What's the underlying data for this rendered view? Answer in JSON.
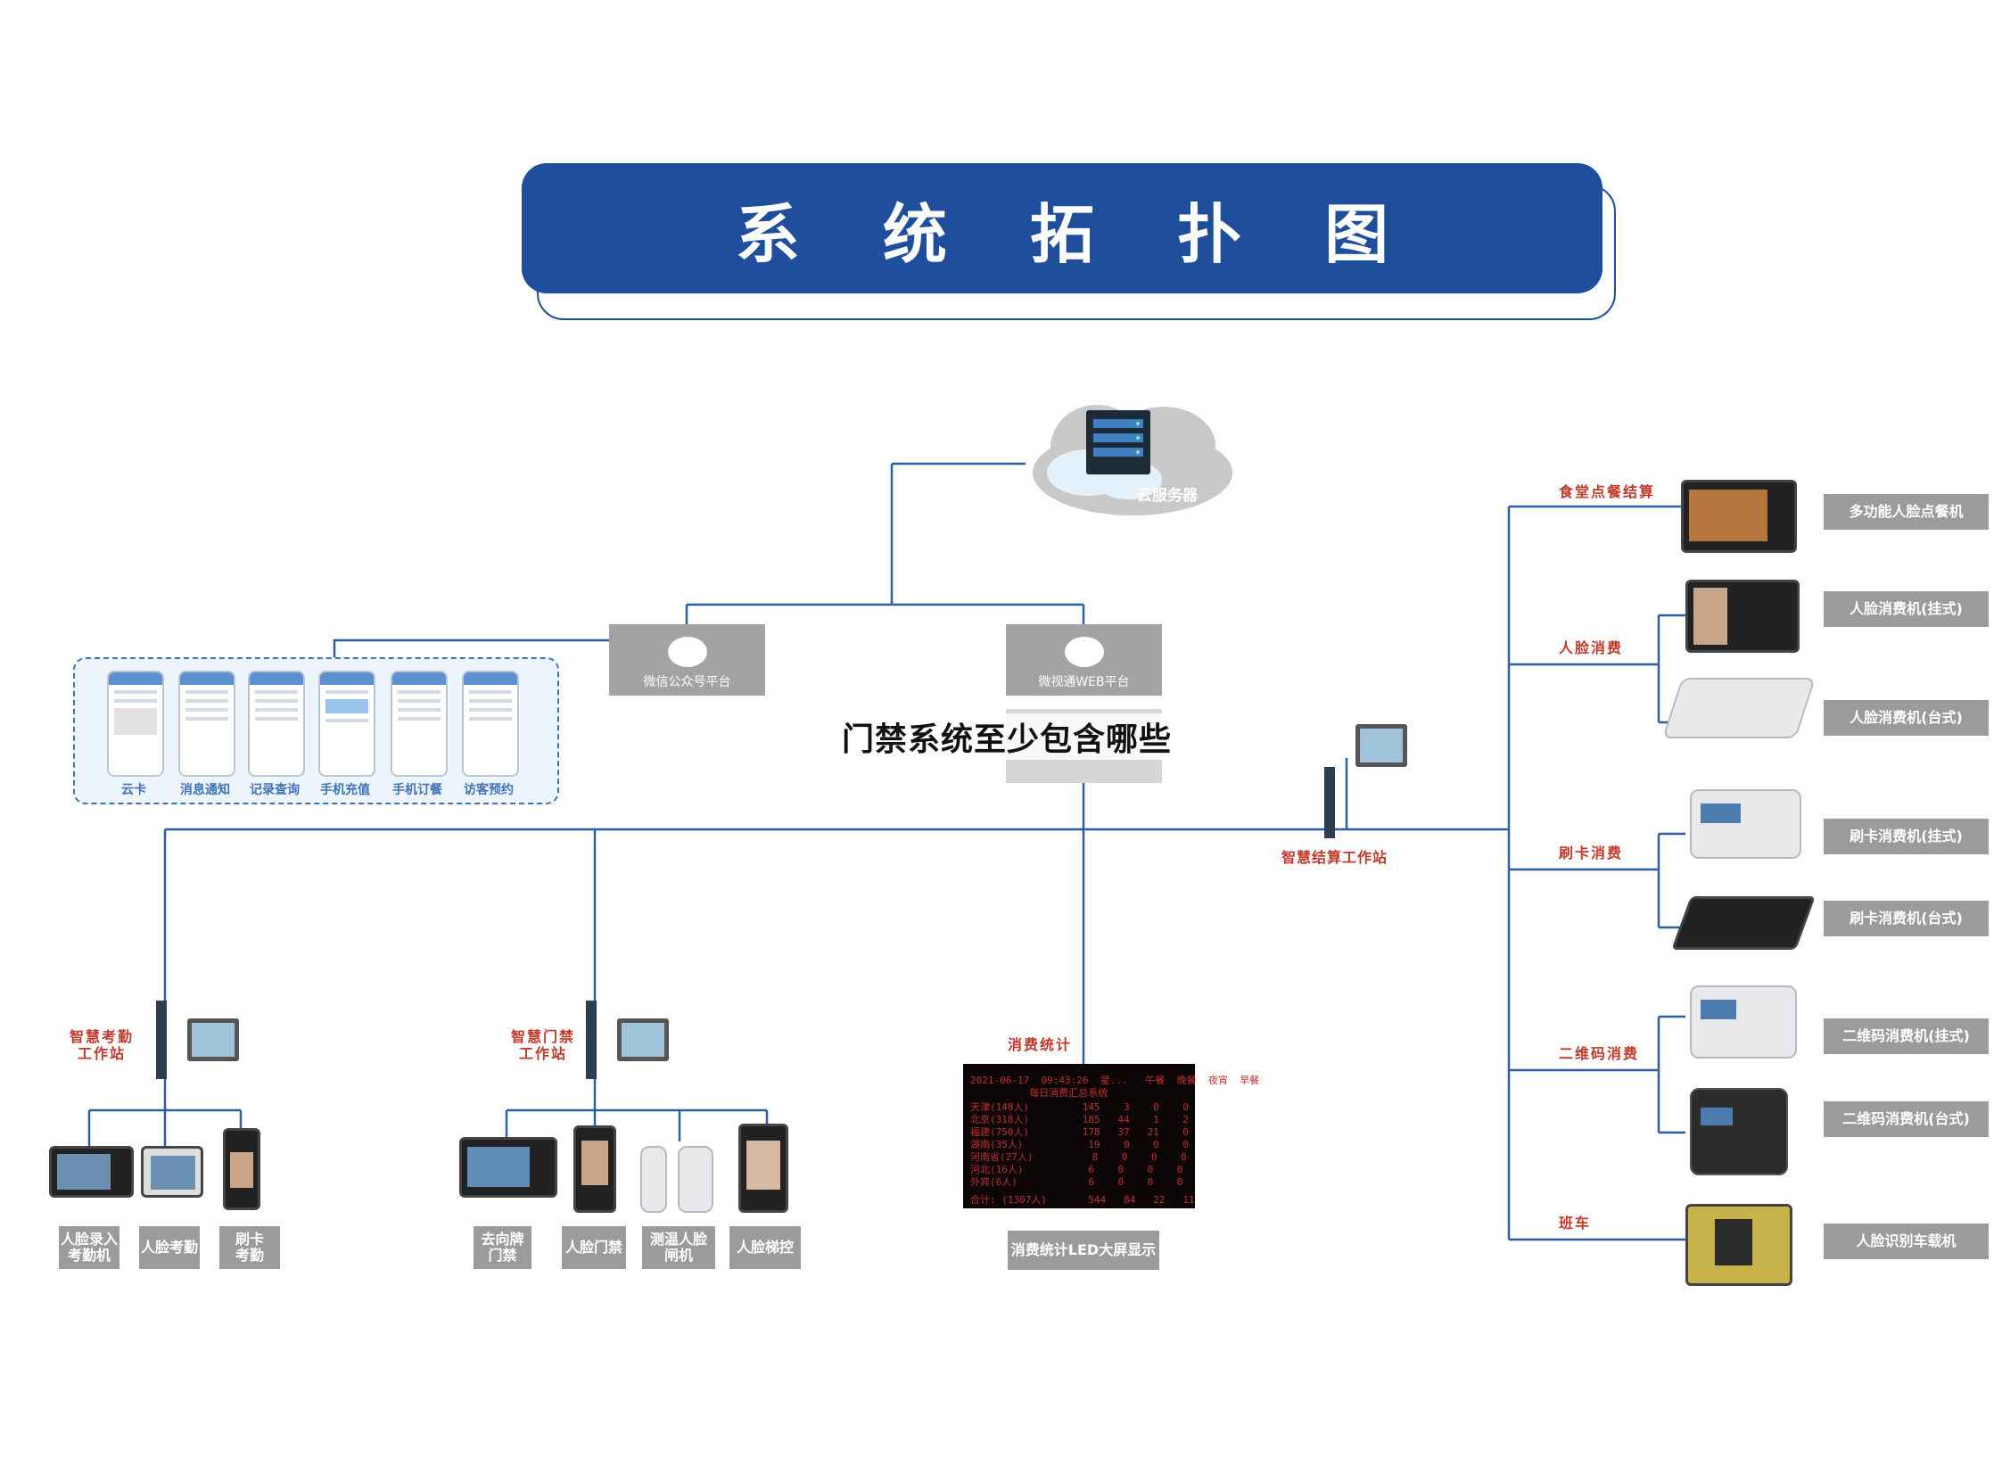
{
  "title": "系 统 拓 扑 图",
  "overlay_text": "门禁系统至少包含哪些",
  "cloud": {
    "label": "云服务器"
  },
  "platforms": {
    "wechat": "微信公众号平台",
    "web": "微视通WEB平台"
  },
  "mobile_features": [
    "云卡",
    "消息通知",
    "记录查询",
    "手机充值",
    "手机订餐",
    "访客预约"
  ],
  "attendance": {
    "station": "智慧考勤\n工作站",
    "devices": [
      "人脸录入\n考勤机",
      "人脸考勤",
      "刷卡\n考勤"
    ]
  },
  "access": {
    "station": "智慧门禁\n工作站",
    "devices": [
      "去向牌\n门禁",
      "人脸门禁",
      "测温人脸\n闸机",
      "人脸梯控"
    ]
  },
  "consumption_stats": {
    "label": "消费统计",
    "display_label": "消费统计LED大屏显示",
    "led_rows": [
      "2021-06-17  09:43:26  星...   午餐  晚餐  夜宵  早餐",
      "          每日消费汇总系统",
      "天津(148人)         145    3    0    0",
      "北京(318人)         185   44    1    2",
      "福建(750人)         178   37   21    0",
      "湖南(35人)           19    0    0    0",
      "河南省(27人)          8    0    0    0",
      "河北(16人)           6    0    0    0",
      "外宾(6人)            6    0    0    0",
      "合计: (1307人)       544   84   22   11"
    ]
  },
  "settlement_station": "智慧结算工作站",
  "right_categories": [
    "食堂点餐结算",
    "人脸消费",
    "刷卡消费",
    "二维码消费",
    "班车"
  ],
  "right_devices": [
    "多功能人脸点餐机",
    "人脸消费机(挂式)",
    "人脸消费机(台式)",
    "刷卡消费机(挂式)",
    "刷卡消费机(台式)",
    "二维码消费机(挂式)",
    "二维码消费机(台式)",
    "人脸识别车载机"
  ],
  "colors": {
    "brand_blue": "#1f4f9c",
    "line_blue": "#2f5d9f",
    "label_red": "#c0392b",
    "label_gray": "#9b9b9b"
  }
}
